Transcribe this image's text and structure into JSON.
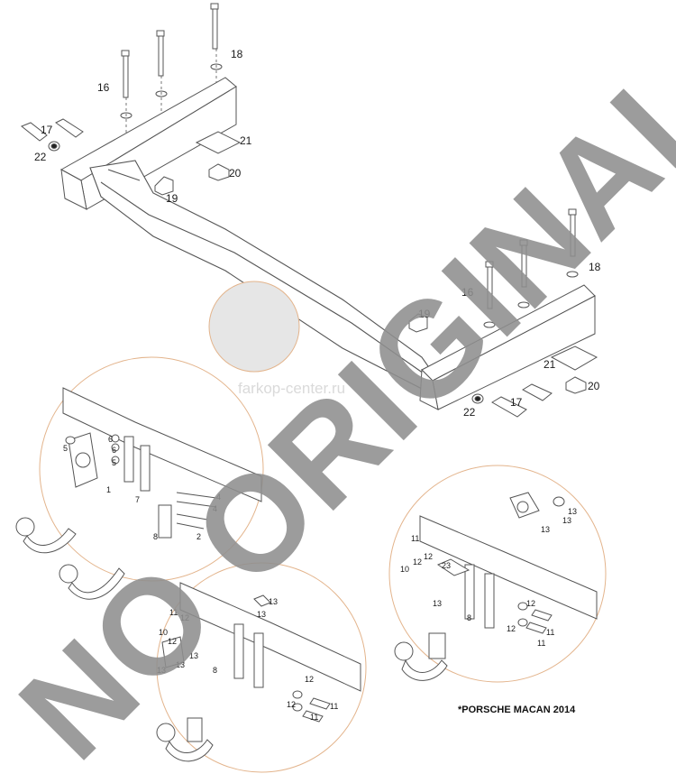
{
  "labels": {
    "n1": "1",
    "n2": "2",
    "n4": "4",
    "n5": "5",
    "n6": "6",
    "n7": "7",
    "n8": "8",
    "n10": "10",
    "n11": "11",
    "n12": "12",
    "n13": "13",
    "n16": "16",
    "n17": "17",
    "n18": "18",
    "n19": "19",
    "n20": "20",
    "n21": "21",
    "n22": "22",
    "n23": "23"
  },
  "caption": "*PORSCHE MACAN 2014",
  "site": "farkop-center.ru",
  "watermark": "NO ORIGINAL",
  "colors": {
    "line": "#555555",
    "circle": "#e3b48c",
    "badge": "#e6e6e6",
    "watermark": "#8e8e8e"
  }
}
